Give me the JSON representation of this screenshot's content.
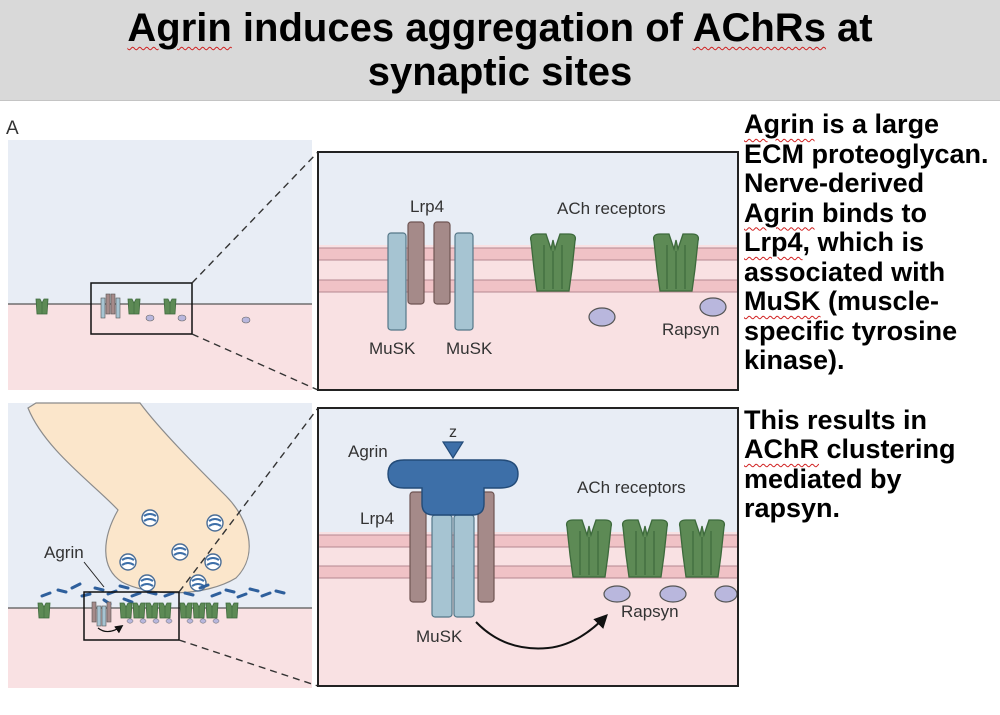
{
  "title": {
    "word1": "Agrin",
    "rest_line1": " induces aggregation of ",
    "word2": "AChRs",
    "rest_line1_end": " at",
    "line2": "synaptic sites"
  },
  "figure": {
    "panel_label": "A",
    "top_detail": {
      "lrp4": "Lrp4",
      "ach_receptors": "ACh receptors",
      "musk_left": "MuSK",
      "musk_right": "MuSK",
      "rapsyn": "Rapsyn"
    },
    "bottom_overview": {
      "agrin": "Agrin"
    },
    "bottom_detail": {
      "z": "z",
      "agrin": "Agrin",
      "ach_receptors": "ACh receptors",
      "lrp4": "Lrp4",
      "rapsyn": "Rapsyn",
      "musk": "MuSK"
    }
  },
  "side_text": {
    "p1_a": "Agrin",
    "p1_b": " is a large ECM proteoglycan. Nerve-derived ",
    "p1_c": "Agrin",
    "p1_d": " binds to ",
    "p1_e": "Lrp4",
    "p1_f": ", which is associated with ",
    "p1_g": "MuSK",
    "p1_h": " (muscle-specific tyrosine kinase).",
    "p2_a": "This results in ",
    "p2_b": "AChR",
    "p2_c": " clustering mediated by rapsyn."
  },
  "colors": {
    "title_bg": "#d9d9d9",
    "extracellular": "#e8edf5",
    "cytoplasm": "#f9e1e3",
    "membrane_band": "#f0c2c6",
    "ach_receptor": "#5d8a55",
    "musk": "#a6c4d2",
    "lrp4": "#a58a89",
    "agrin": "#3d6fa8",
    "rapsyn": "#b9b7dd",
    "nerve_terminal": "#fbe6cb"
  }
}
